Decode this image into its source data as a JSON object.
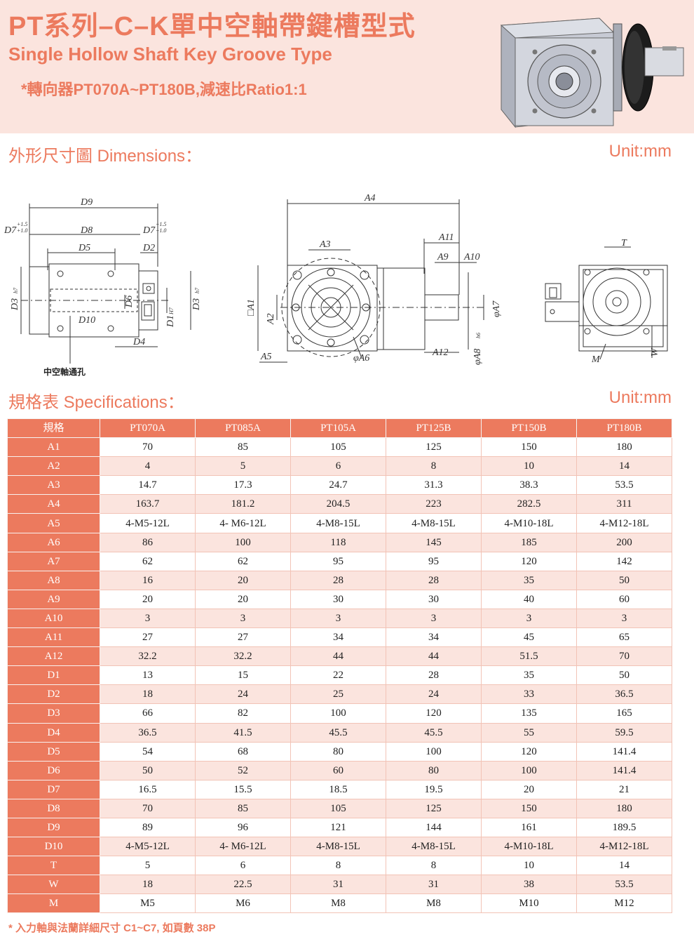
{
  "header": {
    "title": "PT系列–C–K單中空軸帶鍵槽型式",
    "subtitle": "Single Hollow Shaft Key Groove Type",
    "note": "*轉向器PT070A~PT180B,減速比Ratio1:1"
  },
  "dimensions_section": {
    "label": "外形尺寸圖 Dimensions：",
    "unit": "Unit:mm"
  },
  "drawing": {
    "left_view": {
      "d9": "D9",
      "d7": "D7",
      "d7_tol_upper": "+1.5",
      "d7_tol_lower": "+1.0",
      "d8": "D8",
      "d5": "D5",
      "d2": "D2",
      "d3": "D3",
      "d3_tol": "h7",
      "d6": "D6",
      "d10": "D10",
      "d1": "D1",
      "d1_tol": "H7",
      "d4": "D4",
      "hole_note": "中空軸通孔"
    },
    "middle_view": {
      "a4": "A4",
      "a3": "A3",
      "a11": "A11",
      "a9": "A9",
      "a10": "A10",
      "a1": "□A1",
      "a2": "A2",
      "a5": "A5",
      "a6": "φA6",
      "a12": "A12",
      "a8": "φA8",
      "a8_tol": "h6",
      "a7": "φA7"
    },
    "right_view": {
      "t": "T",
      "m": "M",
      "w": "W"
    }
  },
  "specs_section": {
    "label": "規格表 Specifications：",
    "unit": "Unit:mm"
  },
  "table": {
    "corner": "規格",
    "models": [
      "PT070A",
      "PT085A",
      "PT105A",
      "PT125B",
      "PT150B",
      "PT180B"
    ],
    "rows": [
      {
        "label": "A1",
        "values": [
          "70",
          "85",
          "105",
          "125",
          "150",
          "180"
        ]
      },
      {
        "label": "A2",
        "values": [
          "4",
          "5",
          "6",
          "8",
          "10",
          "14"
        ]
      },
      {
        "label": "A3",
        "values": [
          "14.7",
          "17.3",
          "24.7",
          "31.3",
          "38.3",
          "53.5"
        ]
      },
      {
        "label": "A4",
        "values": [
          "163.7",
          "181.2",
          "204.5",
          "223",
          "282.5",
          "311"
        ]
      },
      {
        "label": "A5",
        "values": [
          "4-M5-12L",
          "4- M6-12L",
          "4-M8-15L",
          "4-M8-15L",
          "4-M10-18L",
          "4-M12-18L"
        ]
      },
      {
        "label": "A6",
        "values": [
          "86",
          "100",
          "118",
          "145",
          "185",
          "200"
        ]
      },
      {
        "label": "A7",
        "values": [
          "62",
          "62",
          "95",
          "95",
          "120",
          "142"
        ]
      },
      {
        "label": "A8",
        "values": [
          "16",
          "20",
          "28",
          "28",
          "35",
          "50"
        ]
      },
      {
        "label": "A9",
        "values": [
          "20",
          "20",
          "30",
          "30",
          "40",
          "60"
        ]
      },
      {
        "label": "A10",
        "values": [
          "3",
          "3",
          "3",
          "3",
          "3",
          "3"
        ]
      },
      {
        "label": "A11",
        "values": [
          "27",
          "27",
          "34",
          "34",
          "45",
          "65"
        ]
      },
      {
        "label": "A12",
        "values": [
          "32.2",
          "32.2",
          "44",
          "44",
          "51.5",
          "70"
        ]
      },
      {
        "label": "D1",
        "values": [
          "13",
          "15",
          "22",
          "28",
          "35",
          "50"
        ]
      },
      {
        "label": "D2",
        "values": [
          "18",
          "24",
          "25",
          "24",
          "33",
          "36.5"
        ]
      },
      {
        "label": "D3",
        "values": [
          "66",
          "82",
          "100",
          "120",
          "135",
          "165"
        ]
      },
      {
        "label": "D4",
        "values": [
          "36.5",
          "41.5",
          "45.5",
          "45.5",
          "55",
          "59.5"
        ]
      },
      {
        "label": "D5",
        "values": [
          "54",
          "68",
          "80",
          "100",
          "120",
          "141.4"
        ]
      },
      {
        "label": "D6",
        "values": [
          "50",
          "52",
          "60",
          "80",
          "100",
          "141.4"
        ]
      },
      {
        "label": "D7",
        "values": [
          "16.5",
          "15.5",
          "18.5",
          "19.5",
          "20",
          "21"
        ]
      },
      {
        "label": "D8",
        "values": [
          "70",
          "85",
          "105",
          "125",
          "150",
          "180"
        ]
      },
      {
        "label": "D9",
        "values": [
          "89",
          "96",
          "121",
          "144",
          "161",
          "189.5"
        ]
      },
      {
        "label": "D10",
        "values": [
          "4-M5-12L",
          "4- M6-12L",
          "4-M8-15L",
          "4-M8-15L",
          "4-M10-18L",
          "4-M12-18L"
        ]
      },
      {
        "label": "T",
        "values": [
          "5",
          "6",
          "8",
          "8",
          "10",
          "14"
        ]
      },
      {
        "label": "W",
        "values": [
          "18",
          "22.5",
          "31",
          "31",
          "38",
          "53.5"
        ]
      },
      {
        "label": "M",
        "values": [
          "M5",
          "M6",
          "M8",
          "M8",
          "M10",
          "M12"
        ]
      }
    ]
  },
  "footnote": "* 入力軸與法蘭詳細尺寸 C1~C7, 如頁數 38P",
  "colors": {
    "accent": "#ec7a5e",
    "header_bg": "#fbe4de",
    "row_alt": "#fbe4de"
  }
}
